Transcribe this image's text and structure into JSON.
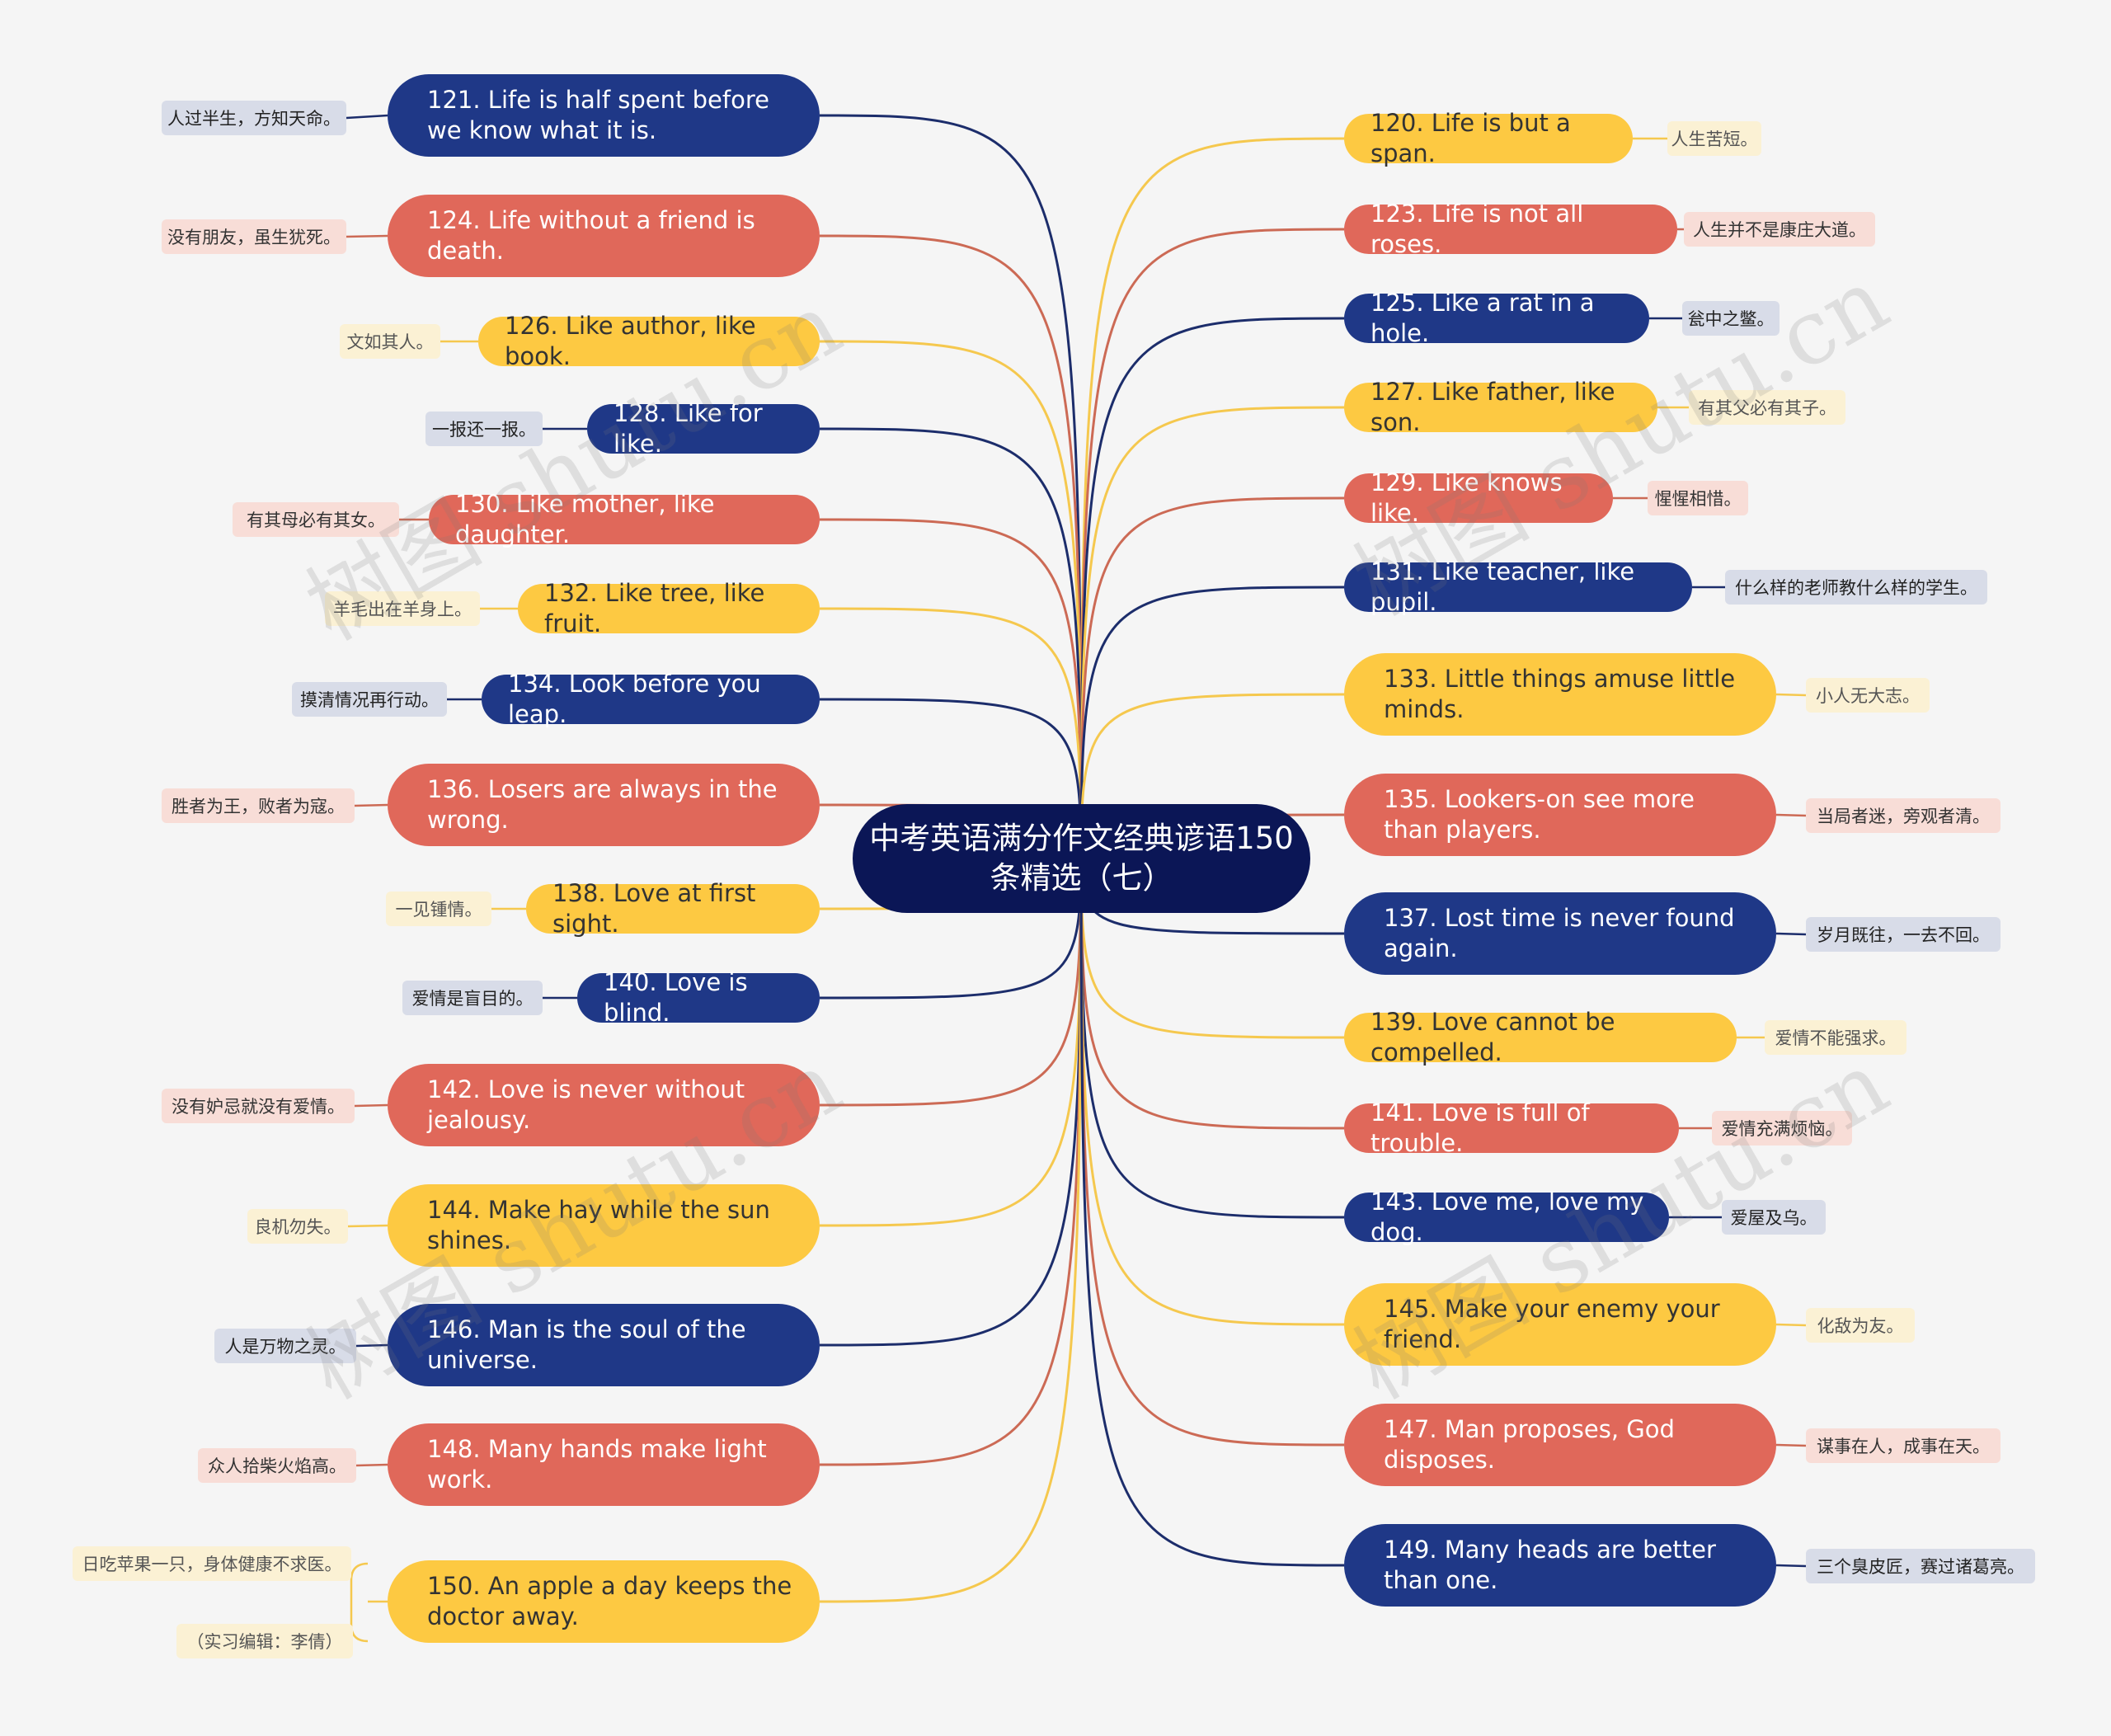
{
  "title": "中考英语满分作文经典谚语150条精选（七）",
  "watermark": "树图 shutu.cn",
  "palette": {
    "navy": {
      "bg": "#1f3887",
      "fg": "#ffffff",
      "line": "#1c2d6b",
      "note_bg": "#d8dce8",
      "note_fg": "#222222"
    },
    "red": {
      "bg": "#e0685a",
      "fg": "#ffffff",
      "line": "#cc6a55",
      "note_bg": "#f8ddd7",
      "note_fg": "#333333"
    },
    "yellow": {
      "bg": "#fdc942",
      "fg": "#333333",
      "line": "#f5c84e",
      "note_bg": "#fbf1d4",
      "note_fg": "#555555"
    }
  },
  "left": [
    {
      "text": "121. Life is half spent before we know what it is.",
      "note": "人过半生，方知天命。",
      "color": "navy"
    },
    {
      "text": "124. Life without a friend is death.",
      "note": "没有朋友，虽生犹死。",
      "color": "red"
    },
    {
      "text": "126. Like author, like book.",
      "note": "文如其人。",
      "color": "yellow"
    },
    {
      "text": "128. Like for like.",
      "note": "一报还一报。",
      "color": "navy"
    },
    {
      "text": "130. Like mother, like daughter.",
      "note": "有其母必有其女。",
      "color": "red"
    },
    {
      "text": "132. Like tree, like fruit.",
      "note": "羊毛出在羊身上。",
      "color": "yellow"
    },
    {
      "text": "134. Look before you leap.",
      "note": "摸清情况再行动。",
      "color": "navy"
    },
    {
      "text": "136. Losers are always in the wrong.",
      "note": "胜者为王，败者为寇。",
      "color": "red"
    },
    {
      "text": "138. Love at first sight.",
      "note": "一见锺情。",
      "color": "yellow"
    },
    {
      "text": "140. Love is blind.",
      "note": "爱情是盲目的。",
      "color": "navy"
    },
    {
      "text": "142. Love is never without jealousy.",
      "note": "没有妒忌就没有爱情。",
      "color": "red"
    },
    {
      "text": "144. Make hay while the sun shines.",
      "note": "良机勿失。",
      "color": "yellow"
    },
    {
      "text": "146. Man is the soul of the universe.",
      "note": "人是万物之灵。",
      "color": "navy"
    },
    {
      "text": "148. Many hands make light work.",
      "note": "众人拾柴火焰高。",
      "color": "red"
    },
    {
      "text": "150. An apple a day keeps the doctor away.",
      "note": "日吃苹果一只，身体健康不求医。",
      "note2": "（实习编辑：李倩）",
      "color": "yellow"
    }
  ],
  "right": [
    {
      "text": "120. Life is but a span.",
      "note": "人生苦短。",
      "color": "yellow"
    },
    {
      "text": "123. Life is not all roses.",
      "note": "人生并不是康庄大道。",
      "color": "red"
    },
    {
      "text": "125. Like a rat in a hole.",
      "note": "瓮中之鳖。",
      "color": "navy"
    },
    {
      "text": "127. Like father, like son.",
      "note": "有其父必有其子。",
      "color": "yellow"
    },
    {
      "text": "129. Like knows like.",
      "note": "惺惺相惜。",
      "color": "red"
    },
    {
      "text": "131. Like teacher, like pupil.",
      "note": "什么样的老师教什么样的学生。",
      "color": "navy"
    },
    {
      "text": "133. Little things amuse little minds.",
      "note": "小人无大志。",
      "color": "yellow"
    },
    {
      "text": "135. Lookers-on see more than players.",
      "note": "当局者迷，旁观者清。",
      "color": "red"
    },
    {
      "text": "137. Lost time is never found again.",
      "note": "岁月既往，一去不回。",
      "color": "navy"
    },
    {
      "text": "139. Love cannot be compelled.",
      "note": "爱情不能强求。",
      "color": "yellow"
    },
    {
      "text": "141. Love is full of trouble.",
      "note": "爱情充满烦恼。",
      "color": "red"
    },
    {
      "text": "143. Love me, love my dog.",
      "note": "爱屋及乌。",
      "color": "navy"
    },
    {
      "text": "145. Make your enemy your friend.",
      "note": "化敌为友。",
      "color": "yellow"
    },
    {
      "text": "147. Man proposes, God disposes.",
      "note": "谋事在人，成事在天。",
      "color": "red"
    },
    {
      "text": "149. Many heads are better than one.",
      "note": "三个臭皮匠，赛过诸葛亮。",
      "color": "navy"
    }
  ]
}
